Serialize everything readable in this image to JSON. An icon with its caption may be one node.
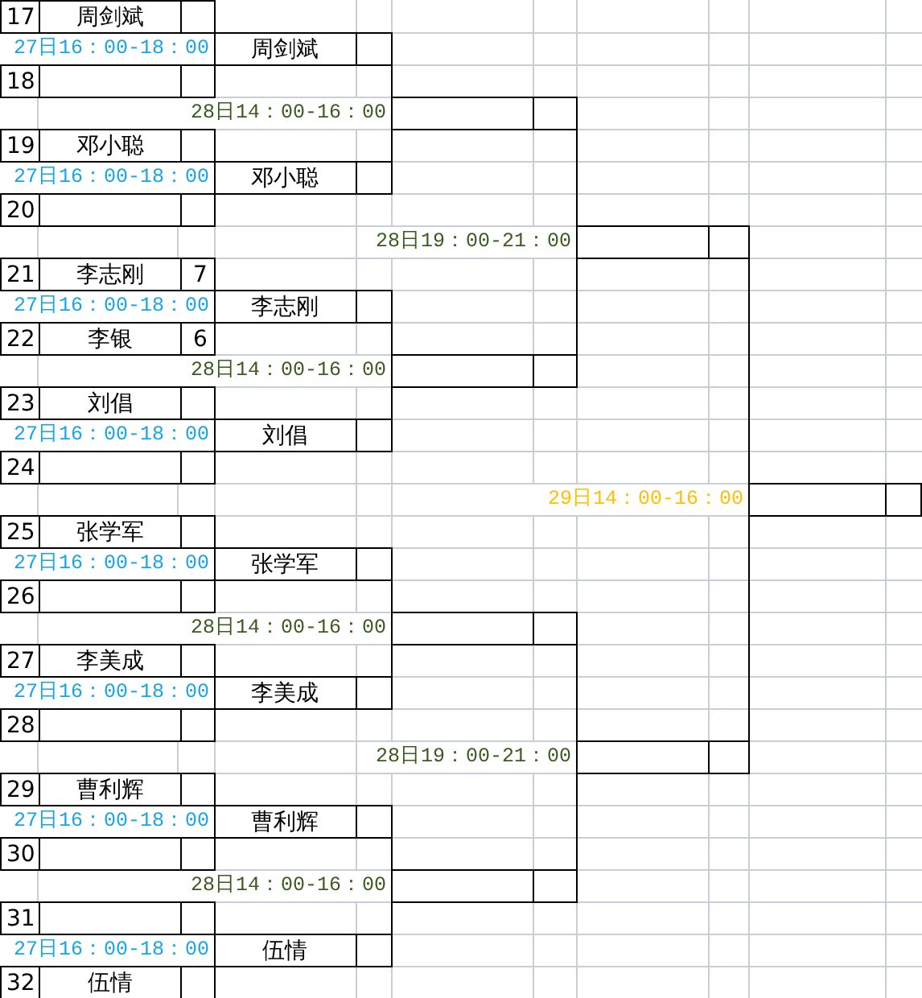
{
  "diagram": {
    "nodes": [
      {
        "text": [
          "17",
          "周剑斌"
        ]
      },
      {
        "text": [
          "周剑斌"
        ],
        "beside": [
          "27日16：00-18：00"
        ]
      },
      {
        "text": [
          "18"
        ]
      },
      {
        "text": [],
        "shape": "box",
        "beside": [
          "28日14：00-16：00"
        ]
      },
      {
        "text": [
          "19",
          "邓小聪"
        ]
      },
      {
        "text": [
          "邓小聪"
        ],
        "beside": [
          "27日16：00-18：00"
        ]
      },
      {
        "text": [
          "20"
        ]
      },
      {
        "text": [],
        "shape": "box",
        "beside": [
          "28日19：00-21：00"
        ]
      },
      {
        "text": [
          "21",
          "李志刚",
          "7"
        ]
      },
      {
        "text": [
          "李志刚"
        ],
        "beside": [
          "27日16：00-18：00"
        ]
      },
      {
        "text": [
          "22",
          "李银",
          "6"
        ]
      },
      {
        "text": [],
        "shape": "box",
        "beside": [
          "28日14：00-16：00"
        ]
      },
      {
        "text": [
          "23",
          "刘倡"
        ]
      },
      {
        "text": [
          "刘倡"
        ],
        "beside": [
          "27日16：00-18：00"
        ]
      },
      {
        "text": [
          "24"
        ]
      },
      {
        "text": [],
        "shape": "box",
        "beside": [
          "29日14：00-16：00"
        ]
      },
      {
        "text": [
          "25",
          "张学军"
        ]
      },
      {
        "text": [
          "张学军"
        ],
        "beside": [
          "27日16：00-18：00"
        ]
      },
      {
        "text": [
          "26"
        ]
      },
      {
        "text": [],
        "shape": "box",
        "beside": [
          "28日14：00-16：00"
        ]
      },
      {
        "text": [
          "27",
          "李美成"
        ]
      },
      {
        "text": [
          "李美成"
        ],
        "beside": [
          "27日16：00-18：00"
        ]
      },
      {
        "text": [
          "28"
        ]
      },
      {
        "text": [],
        "shape": "box",
        "beside": [
          "28日19：00-21：00"
        ]
      },
      {
        "text": [
          "29",
          "曹利辉"
        ]
      },
      {
        "text": [
          "曹利辉"
        ],
        "beside": [
          "27日16：00-18：00"
        ]
      },
      {
        "text": [
          "30"
        ]
      },
      {
        "text": [],
        "shape": "box",
        "beside": [
          "28日14：00-16：00"
        ]
      },
      {
        "text": [
          "31"
        ]
      },
      {
        "text": [
          "伍情"
        ],
        "beside": [
          "27日16：00-18：00"
        ]
      },
      {
        "text": [
          "32",
          "伍情"
        ]
      }
    ],
    "edges": [
      {
        "from": 0,
        "to": 1,
        "arrow": "none"
      },
      {
        "from": 2,
        "to": 1,
        "arrow": "none"
      },
      {
        "from": 4,
        "to": 5,
        "arrow": "none"
      },
      {
        "from": 6,
        "to": 5,
        "arrow": "none"
      },
      {
        "from": 8,
        "to": 9,
        "arrow": "none"
      },
      {
        "from": 10,
        "to": 9,
        "arrow": "none"
      },
      {
        "from": 12,
        "to": 13,
        "arrow": "none"
      },
      {
        "from": 14,
        "to": 13,
        "arrow": "none"
      },
      {
        "from": 16,
        "to": 17,
        "arrow": "none"
      },
      {
        "from": 18,
        "to": 17,
        "arrow": "none"
      },
      {
        "from": 20,
        "to": 21,
        "arrow": "none"
      },
      {
        "from": 22,
        "to": 21,
        "arrow": "none"
      },
      {
        "from": 24,
        "to": 25,
        "arrow": "none"
      },
      {
        "from": 26,
        "to": 25,
        "arrow": "none"
      },
      {
        "from": 28,
        "to": 29,
        "arrow": "none"
      },
      {
        "from": 30,
        "to": 29,
        "arrow": "none"
      },
      {
        "from": 1,
        "to": 3,
        "arrow": "none"
      },
      {
        "from": 5,
        "to": 3,
        "arrow": "none"
      },
      {
        "from": 9,
        "to": 11,
        "arrow": "none"
      },
      {
        "from": 13,
        "to": 11,
        "arrow": "none"
      },
      {
        "from": 17,
        "to": 19,
        "arrow": "none"
      },
      {
        "from": 21,
        "to": 19,
        "arrow": "none"
      },
      {
        "from": 25,
        "to": 27,
        "arrow": "none"
      },
      {
        "from": 29,
        "to": 27,
        "arrow": "none"
      },
      {
        "from": 3,
        "to": 7,
        "arrow": "none"
      },
      {
        "from": 11,
        "to": 7,
        "arrow": "none"
      },
      {
        "from": 19,
        "to": 23,
        "arrow": "none"
      },
      {
        "from": 27,
        "to": 23,
        "arrow": "none"
      },
      {
        "from": 7,
        "to": 15,
        "arrow": "none"
      },
      {
        "from": 23,
        "to": 15,
        "arrow": "none"
      }
    ]
  }
}
